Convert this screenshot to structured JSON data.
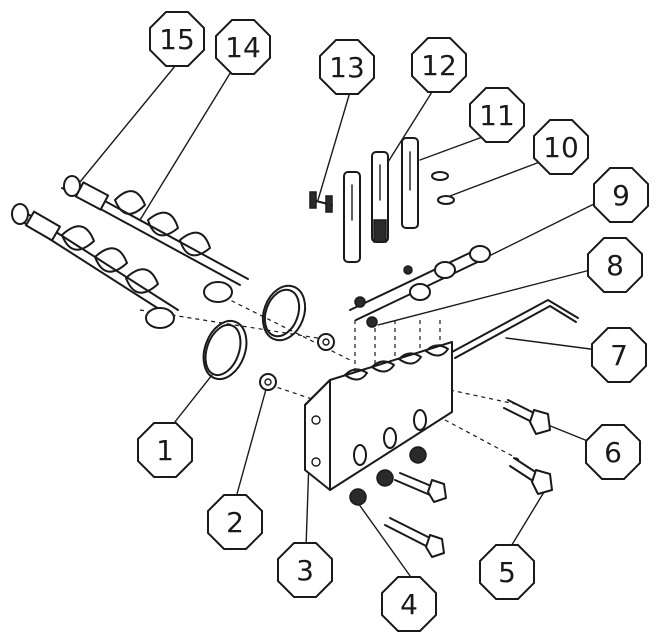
{
  "callouts": [
    {
      "id": "1",
      "label": "1"
    },
    {
      "id": "2",
      "label": "2"
    },
    {
      "id": "3",
      "label": "3"
    },
    {
      "id": "4",
      "label": "4"
    },
    {
      "id": "5",
      "label": "5"
    },
    {
      "id": "6",
      "label": "6"
    },
    {
      "id": "7",
      "label": "7"
    },
    {
      "id": "8",
      "label": "8"
    },
    {
      "id": "9",
      "label": "9"
    },
    {
      "id": "10",
      "label": "10"
    },
    {
      "id": "11",
      "label": "11"
    },
    {
      "id": "12",
      "label": "12"
    },
    {
      "id": "13",
      "label": "13"
    },
    {
      "id": "14",
      "label": "14"
    },
    {
      "id": "15",
      "label": "15"
    }
  ],
  "colors": {
    "ink": "#1a1a1a",
    "paper": "#ffffff"
  }
}
